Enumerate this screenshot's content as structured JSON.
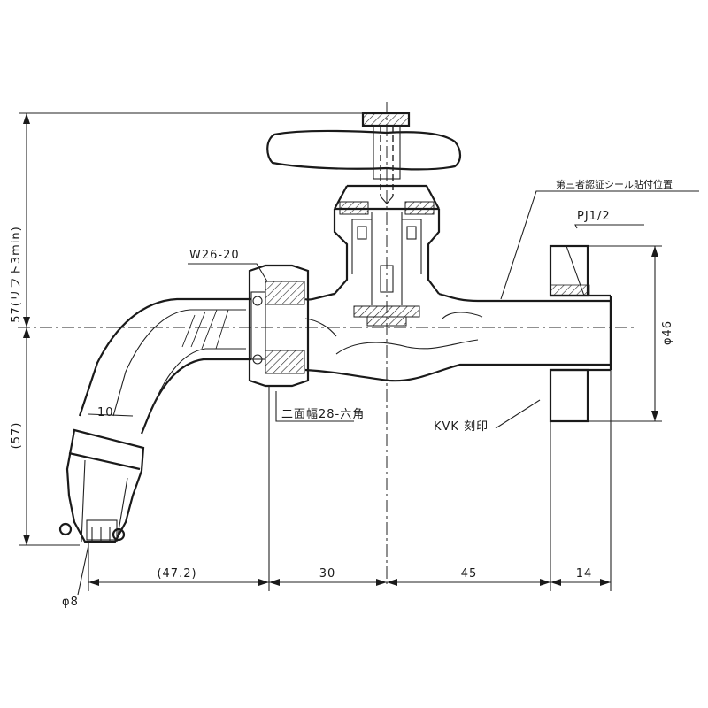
{
  "labels": {
    "height_top": "57(リフト3min)",
    "height_bottom": "(57)",
    "w_thread": "W26-20",
    "hex": "二面幅28-六角",
    "pipe_thread": "PJ1/2",
    "note_seal": "第三者認証シール貼付位置",
    "logo": "KVK 刻印",
    "dia_body": "φ46",
    "dia_nozzle": "φ8",
    "nozzle_dim": "10",
    "dim_1": "(47.2)",
    "dim_2": "30",
    "dim_3": "45",
    "dim_4": "14"
  }
}
